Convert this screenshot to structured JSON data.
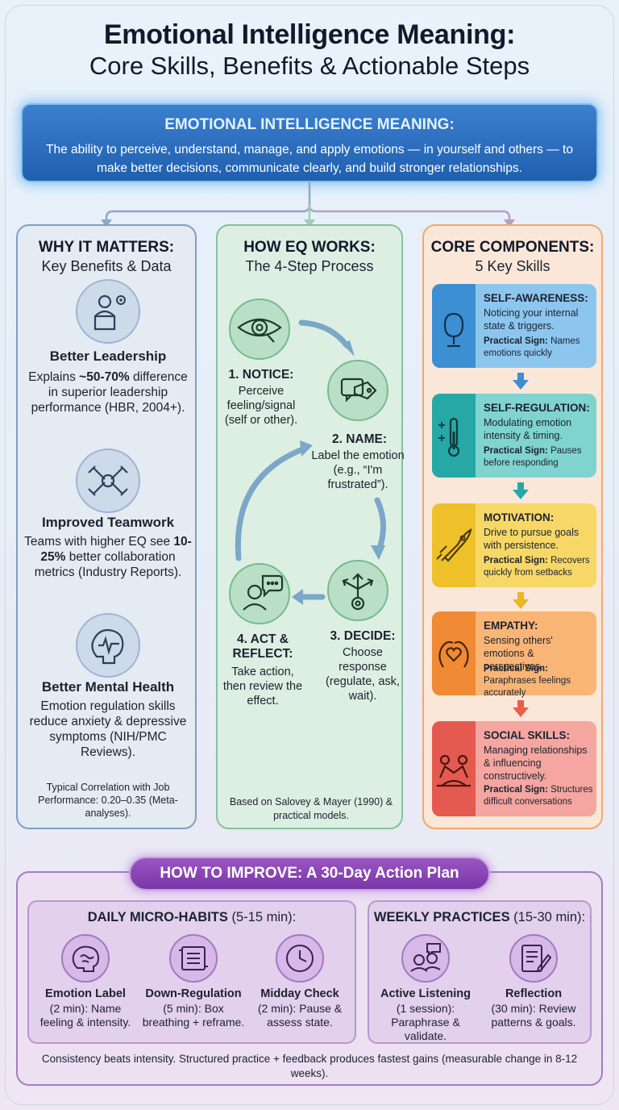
{
  "title_line1": "Emotional Intelligence Meaning:",
  "title_line2": "Core Skills, Benefits & Actionable Steps",
  "definition": {
    "heading": "EMOTIONAL INTELLIGENCE MEANING:",
    "body": "The ability to perceive, understand, manage, and apply emotions — in yourself and others — to make better decisions, communicate clearly, and build stronger relationships."
  },
  "why": {
    "heading": "WHY IT MATTERS:",
    "subheading": "Key Benefits & Data",
    "benefits": [
      {
        "icon": "leader-podium-icon",
        "title": "Better Leadership",
        "pre": "Explains ",
        "bold": "~50-70%",
        "post": " difference in superior leadership performance (HBR, 2004+)."
      },
      {
        "icon": "teamwork-hands-icon",
        "title": "Improved Teamwork",
        "pre": "Teams with higher EQ see ",
        "bold": "10-25%",
        "post": " better collaboration metrics (Industry Reports)."
      },
      {
        "icon": "brain-pulse-icon",
        "title": "Better Mental Health",
        "pre": "Emotion regulation skills reduce anxiety & depressive symptoms (NIH/PMC Reviews).",
        "bold": "",
        "post": ""
      }
    ],
    "note": "Typical Correlation with Job Performance: 0.20–0.35 (Meta-analyses)."
  },
  "how": {
    "heading": "HOW EQ WORKS:",
    "subheading": "The 4-Step Process",
    "steps": [
      {
        "icon": "eye-magnifier-icon",
        "title": "1. NOTICE:",
        "text": "Perceive feeling/signal (self or other)."
      },
      {
        "icon": "label-tag-icon",
        "title": "2. NAME:",
        "text": "Label the emotion (e.g., “I'm frustrated”)."
      },
      {
        "icon": "decision-arrows-icon",
        "title": "3. DECIDE:",
        "text": "Choose response (regulate, ask, wait)."
      },
      {
        "icon": "person-speech-icon",
        "title": "4. ACT & REFLECT:",
        "text": "Take action, then review the effect."
      }
    ],
    "note": "Based on Salovey & Mayer (1990) & practical models."
  },
  "components": {
    "heading": "CORE COMPONENTS:",
    "subheading": "5 Key Skills",
    "sign_label": "Practical Sign:",
    "items": [
      {
        "icon": "mirror-icon",
        "title": "SELF-AWARENESS:",
        "text": "Noticing your internal state & triggers.",
        "sign": "Names emotions quickly",
        "color": "#8cc6ee",
        "icon_color": "#3d8fd3",
        "arrow_color": "#3d8fd3"
      },
      {
        "icon": "thermometer-icon",
        "title": "SELF-REGULATION:",
        "text": "Modulating emotion intensity & timing.",
        "sign": "Pauses before responding",
        "color": "#7fd4cf",
        "icon_color": "#26a8a6",
        "arrow_color": "#26a8a6"
      },
      {
        "icon": "rocket-icon",
        "title": "MOTIVATION:",
        "text": "Drive to pursue goals with persistence.",
        "sign": "Recovers quickly from setbacks",
        "color": "#f7d866",
        "icon_color": "#eec12a",
        "arrow_color": "#e9b823"
      },
      {
        "icon": "heart-heads-icon",
        "title": "EMPATHY:",
        "text": "Sensing others' emotions & perspectives.",
        "sign": "Paraphrases feelings accurately",
        "color": "#f9b575",
        "icon_color": "#f08a35",
        "arrow_color": "#ea5d46"
      },
      {
        "icon": "handshake-bridge-icon",
        "title": "SOCIAL SKILLS:",
        "text": "Managing relationships & influencing constructively.",
        "sign": "Structures difficult conversations",
        "color": "#f5a6a0",
        "icon_color": "#e45a50",
        "arrow_color": ""
      }
    ]
  },
  "plan": {
    "heading": "HOW TO IMPROVE: A 30-Day Action Plan",
    "daily": {
      "heading": "DAILY MICRO-HABITS",
      "duration": " (5-15 min):",
      "habits": [
        {
          "icon": "brain-icon",
          "title": "Emotion Label",
          "text": "(2 min): Name feeling & intensity."
        },
        {
          "icon": "breathing-box-icon",
          "title": "Down-Regulation",
          "text": "(5 min): Box breathing + reframe."
        },
        {
          "icon": "clock-icon",
          "title": "Midday Check",
          "text": "(2 min): Pause & assess state."
        }
      ]
    },
    "weekly": {
      "heading": "WEEKLY PRACTICES",
      "duration": " (15-30 min):",
      "habits": [
        {
          "icon": "chat-bubbles-icon",
          "title": "Active Listening",
          "text": "(1 session): Paraphrase & validate."
        },
        {
          "icon": "journal-pen-icon",
          "title": "Reflection",
          "text": "(30 min): Review patterns & goals."
        }
      ]
    },
    "note": "Consistency beats intensity. Structured practice + feedback produces fastest gains (measurable change in 8-12 weeks)."
  }
}
